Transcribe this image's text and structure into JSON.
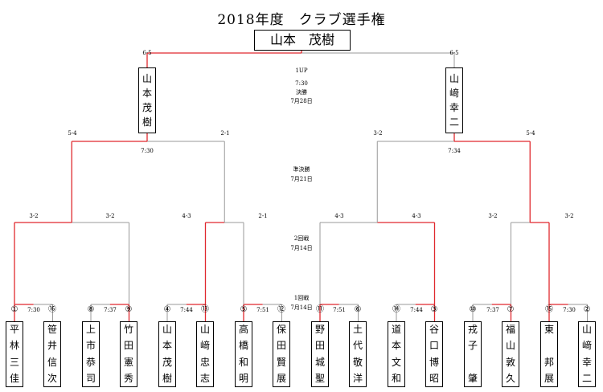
{
  "title": "2018年度　クラブ選手権",
  "champion": "山本　茂樹",
  "finalists": {
    "left": [
      "山",
      "本",
      "茂",
      "樹"
    ],
    "right": [
      "山",
      "﨑",
      "幸",
      "二"
    ]
  },
  "final": {
    "score_left": "6-5",
    "score_right": "6-5",
    "note": "1UP",
    "time": "7:30",
    "round": "決勝",
    "date": "7月28日"
  },
  "semifinal": {
    "round": "準決勝",
    "date": "7月21日",
    "left": {
      "score_a": "5-4",
      "score_b": "2-1",
      "time": "7:30"
    },
    "right": {
      "score_a": "3-2",
      "score_b": "5-4",
      "time": "7:34"
    }
  },
  "round2": {
    "round": "2回戦",
    "date": "7月14日",
    "matches": [
      {
        "score_a": "3-2",
        "score_b": "3-2"
      },
      {
        "score_a": "4-3",
        "score_b": "2-1"
      },
      {
        "score_a": "4-3",
        "score_b": "4-3"
      },
      {
        "score_a": "3-2",
        "score_b": "3-2"
      }
    ]
  },
  "round1": {
    "round": "1回戦",
    "date": "7月14日",
    "times": [
      "7:30",
      "7:37",
      "7:44",
      "7:51",
      "7:51",
      "7:44",
      "7:37",
      "7:30"
    ]
  },
  "players": [
    {
      "seed": "①",
      "name": [
        "平",
        "林",
        "三",
        "佳"
      ]
    },
    {
      "seed": "⑯",
      "name": [
        "笹",
        "井",
        "信",
        "次"
      ]
    },
    {
      "seed": "⑧",
      "name": [
        "上",
        "市",
        "恭",
        "司"
      ]
    },
    {
      "seed": "⑨",
      "name": [
        "竹",
        "田",
        "憲",
        "秀"
      ]
    },
    {
      "seed": "④",
      "name": [
        "山",
        "本",
        "茂",
        "樹"
      ]
    },
    {
      "seed": "⑬",
      "name": [
        "山",
        "﨑",
        "忠",
        "志"
      ]
    },
    {
      "seed": "⑤",
      "name": [
        "高",
        "橋",
        "和",
        "明"
      ]
    },
    {
      "seed": "⑫",
      "name": [
        "保",
        "田",
        "賢",
        "展"
      ]
    },
    {
      "seed": "⑪",
      "name": [
        "野",
        "田",
        "城",
        "聖"
      ]
    },
    {
      "seed": "⑥",
      "name": [
        "土",
        "代",
        "敬",
        "洋"
      ]
    },
    {
      "seed": "⑭",
      "name": [
        "道",
        "本",
        "文",
        "和"
      ]
    },
    {
      "seed": "③",
      "name": [
        "谷",
        "口",
        "博",
        "昭"
      ]
    },
    {
      "seed": "⑩",
      "name": [
        "戎",
        "子",
        "",
        "肇"
      ]
    },
    {
      "seed": "⑦",
      "name": [
        "福",
        "山",
        "敦",
        "久"
      ]
    },
    {
      "seed": "⑮",
      "name": [
        "東",
        "",
        "邦",
        "展"
      ]
    },
    {
      "seed": "②",
      "name": [
        "山",
        "﨑",
        "幸",
        "二"
      ]
    }
  ],
  "colors": {
    "winner_line": "#e0282e",
    "loser_line": "#999999",
    "text": "#000000"
  },
  "winners": {
    "round1": [
      0,
      1,
      1,
      0,
      0,
      1,
      1,
      0
    ],
    "round2": [
      0,
      0,
      1,
      1
    ],
    "semifinal": [
      0,
      1
    ],
    "final": 0
  }
}
